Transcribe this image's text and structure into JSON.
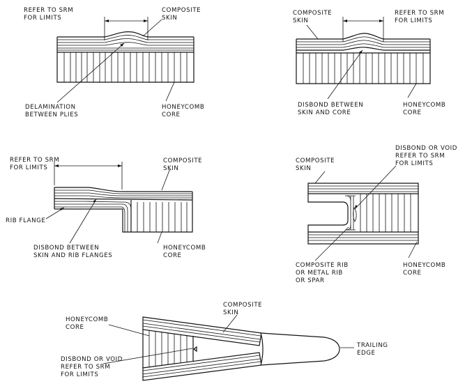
{
  "figures": {
    "delamination": {
      "limits_label_1": "REFER TO SRM",
      "limits_label_2": "FOR LIMITS",
      "skin_label_1": "COMPOSITE",
      "skin_label_2": "SKIN",
      "defect_label_1": "DELAMINATION",
      "defect_label_2": "BETWEEN PLIES",
      "core_label_1": "HONEYCOMB",
      "core_label_2": "CORE"
    },
    "disbond_core": {
      "skin_label_1": "COMPOSITE",
      "skin_label_2": "SKIN",
      "limits_label_1": "REFER TO SRM",
      "limits_label_2": "FOR LIMITS",
      "defect_label_1": "DISBOND BETWEEN",
      "defect_label_2": "SKIN AND CORE",
      "core_label_1": "HONEYCOMB",
      "core_label_2": "CORE"
    },
    "rib_flange": {
      "limits_label_1": "REFER TO SRM",
      "limits_label_2": "FOR LIMITS",
      "skin_label_1": "COMPOSITE",
      "skin_label_2": "SKIN",
      "flange_label": "RIB FLANGE",
      "defect_label_1": "DISBOND BETWEEN",
      "defect_label_2": "SKIN AND RIB FLANGES",
      "core_label_1": "HONEYCOMB",
      "core_label_2": "CORE"
    },
    "rib_void": {
      "skin_label_1": "COMPOSITE",
      "skin_label_2": "SKIN",
      "defect_label_1": "DISBOND OR VOID",
      "defect_label_2": "REFER TO SRM",
      "defect_label_3": "FOR LIMITS",
      "rib_label_1": "COMPOSITE RIB",
      "rib_label_2": "OR METAL RIB",
      "rib_label_3": "OR SPAR",
      "core_label_1": "HONEYCOMB",
      "core_label_2": "CORE"
    },
    "trailing_edge": {
      "core_label_1": "HONEYCOMB",
      "core_label_2": "CORE",
      "skin_label_1": "COMPOSITE",
      "skin_label_2": "SKIN",
      "defect_label_1": "DISBOND OR VOID",
      "defect_label_2": "REFER TO SRM",
      "defect_label_3": "FOR LIMITS",
      "edge_label_1": "TRAILING",
      "edge_label_2": "EDGE"
    }
  }
}
